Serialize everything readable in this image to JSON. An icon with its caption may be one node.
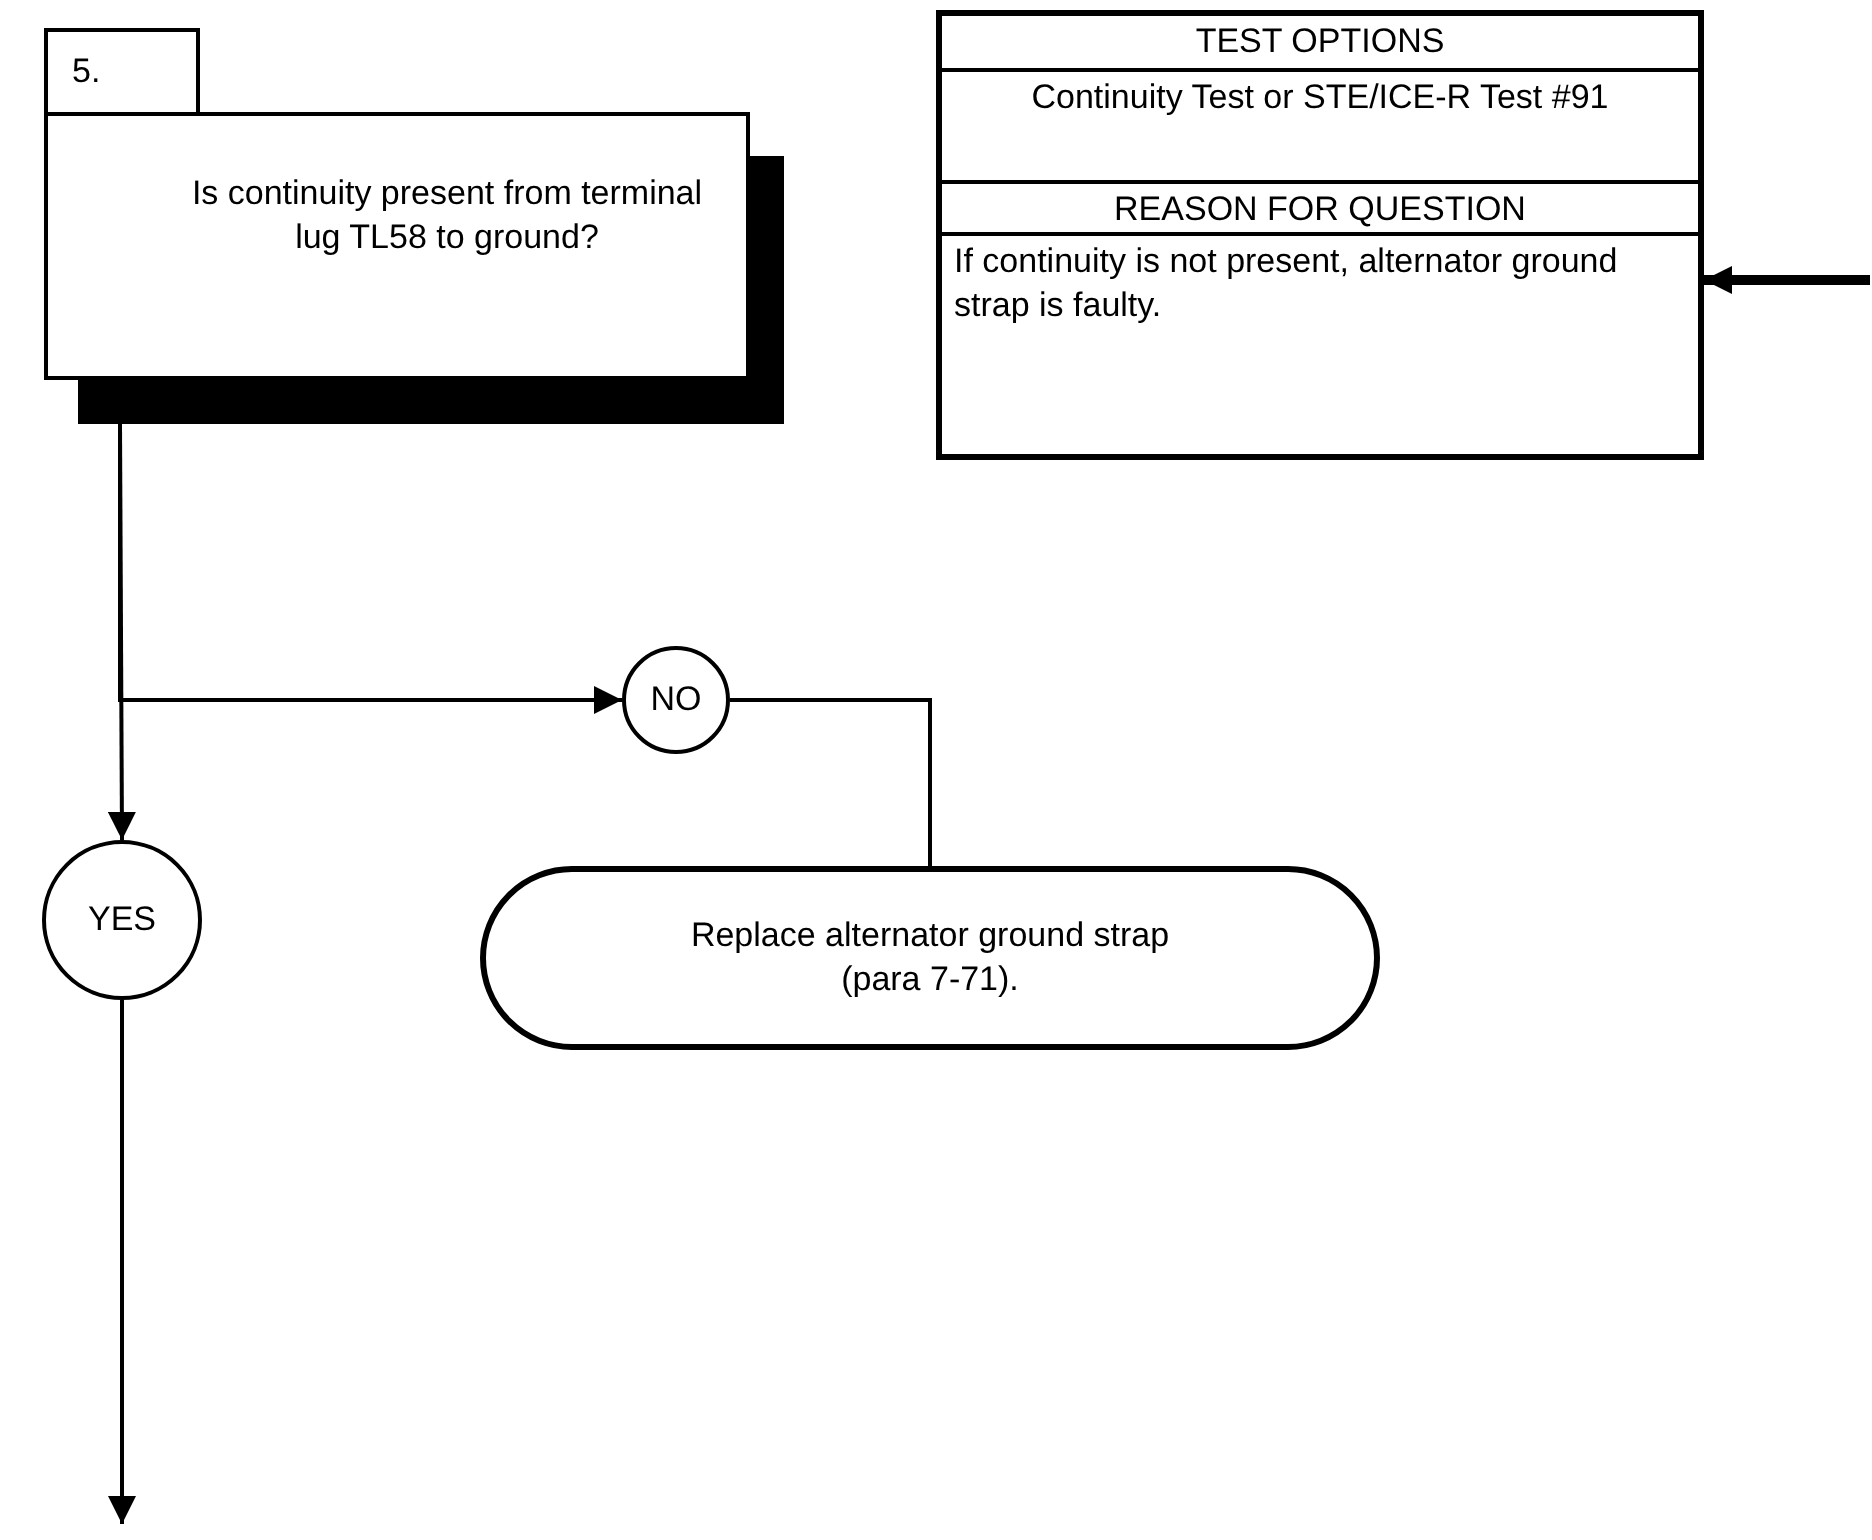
{
  "diagram": {
    "nodes": [
      {
        "text": [
          "5.",
          "Is continuity present from terminal lug TL58 to ground?"
        ]
      },
      {
        "text": [
          "TEST OPTIONS",
          "Continuity Test or STE/ICE-R Test #91",
          "REASON FOR QUESTION",
          "If continuity is not present, alternator ground strap is faulty."
        ]
      },
      {
        "text": [
          "NO"
        ]
      },
      {
        "text": [
          "Replace alternator ground strap (para 7-71)."
        ]
      },
      {
        "text": [
          "YES"
        ]
      }
    ],
    "edges": [
      {
        "from": null,
        "to": 1,
        "arrow": "to",
        "style": "thick"
      },
      {
        "from": 0,
        "to": 2,
        "arrow": "to"
      },
      {
        "from": 2,
        "to": 3,
        "arrow": "none"
      },
      {
        "from": 0,
        "to": 4,
        "arrow": "to"
      },
      {
        "from": 4,
        "to": null,
        "arrow": "to"
      }
    ]
  }
}
